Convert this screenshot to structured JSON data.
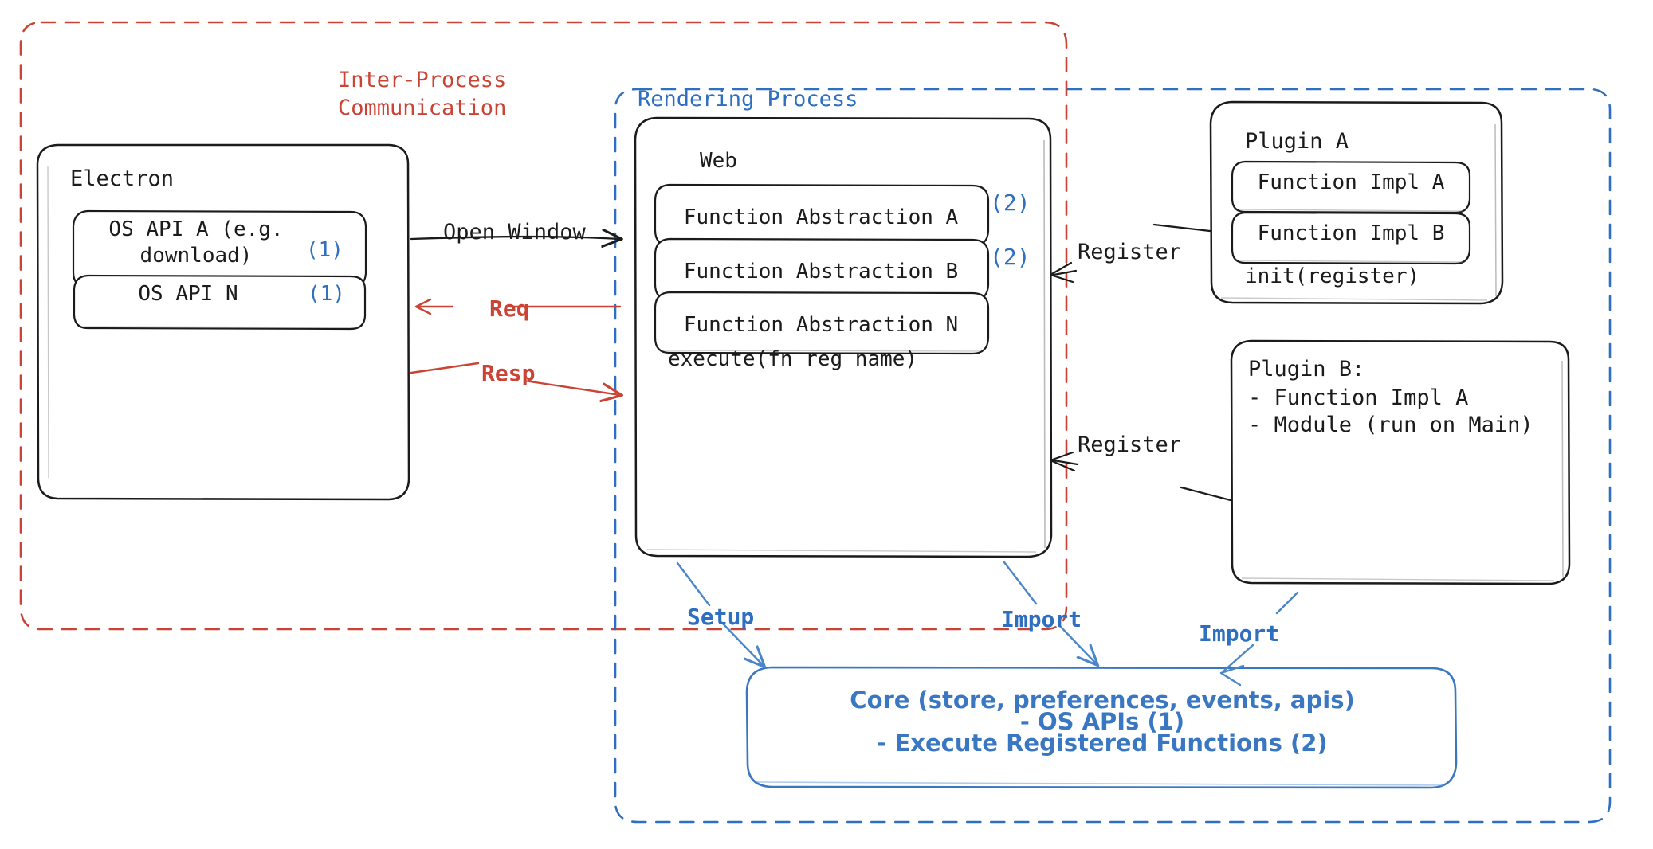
{
  "diagram": {
    "title": "Electron plugin architecture",
    "colors": {
      "red": "#cb4335",
      "blue": "#2f6fc0",
      "core_blue": "#3a77c2",
      "ink": "#1b1b1b"
    },
    "containers": [
      {
        "id": "ipc",
        "label": "Inter-Process\nCommunication",
        "style": "dashed",
        "color": "#cb4335"
      },
      {
        "id": "rendering",
        "label": "Rendering Process",
        "style": "dashed",
        "color": "#2f6fc0"
      }
    ],
    "nodes": {
      "electron": {
        "title": "Electron",
        "items": [
          {
            "label": "OS API A (e.g.\ndownload)",
            "badge": "(1)"
          },
          {
            "label": "OS API N",
            "badge": "(1)"
          }
        ]
      },
      "web": {
        "title": "Web",
        "items": [
          {
            "label": "Function Abstraction A",
            "badge": "(2)"
          },
          {
            "label": "Function Abstraction B",
            "badge": "(2)"
          },
          {
            "label": "Function Abstraction N",
            "badge": ""
          }
        ],
        "footer": "execute(fn_reg_name)"
      },
      "plugin_a": {
        "title": "Plugin A",
        "items": [
          {
            "label": "Function Impl A"
          },
          {
            "label": "Function Impl B"
          }
        ],
        "footer": "init(register)"
      },
      "plugin_b": {
        "title": "Plugin B:",
        "lines": [
          "- Function Impl A",
          "- Module (run on Main)"
        ]
      },
      "core": {
        "lines": [
          "Core (store, preferences, events, apis)",
          "- OS APIs (1)",
          "- Execute Registered Functions (2)"
        ]
      }
    },
    "edges": [
      {
        "id": "open-window",
        "label": "Open Window",
        "color": "#1b1b1b",
        "from": "electron",
        "to": "web"
      },
      {
        "id": "req",
        "label": "Req",
        "color": "#cb4335",
        "from": "web",
        "to": "electron"
      },
      {
        "id": "resp",
        "label": "Resp",
        "color": "#cb4335",
        "from": "electron",
        "to": "web"
      },
      {
        "id": "register-a",
        "label": "Register",
        "color": "#1b1b1b",
        "from": "plugin_a",
        "to": "web"
      },
      {
        "id": "register-b",
        "label": "Register",
        "color": "#1b1b1b",
        "from": "plugin_b",
        "to": "web"
      },
      {
        "id": "setup",
        "label": "Setup",
        "color": "#2f6fc0",
        "from": "web",
        "to": "core"
      },
      {
        "id": "import-web",
        "label": "Import",
        "color": "#2f6fc0",
        "from": "web",
        "to": "core"
      },
      {
        "id": "import-plugb",
        "label": "Import",
        "color": "#2f6fc0",
        "from": "plugin_b",
        "to": "core"
      }
    ]
  }
}
